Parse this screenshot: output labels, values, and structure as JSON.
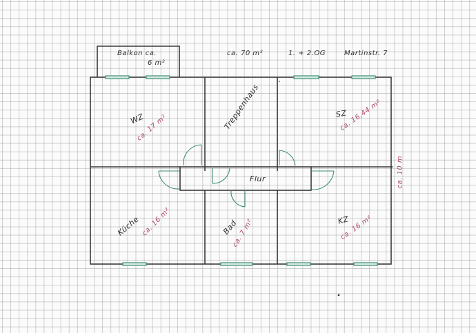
{
  "header": {
    "balcony_label": "Balkon ca.",
    "balcony_area": "6 m²",
    "total_area": "ca. 70 m²",
    "floors": "1. + 2.OG",
    "address": "Martinstr. 7"
  },
  "rooms": [
    {
      "name": "WZ",
      "area": "ca. 17 m²"
    },
    {
      "name": "Treppenhaus",
      "area": ""
    },
    {
      "name": "SZ",
      "area": "ca. 16,44 m²"
    },
    {
      "name": "Flur",
      "area": ""
    },
    {
      "name": "Küche",
      "area": "ca. 16 m²"
    },
    {
      "name": "Bad",
      "area": "ca. 7 m²"
    },
    {
      "name": "KZ",
      "area": "ca. 16 m²"
    }
  ],
  "dimensions": {
    "right_side": "ca. 10 m"
  },
  "colors": {
    "wall": "#3a3a3a",
    "window": "#3f8f73",
    "door": "#3f8f73",
    "area_text": "#b0486e",
    "grid": "#9a9a9a"
  }
}
